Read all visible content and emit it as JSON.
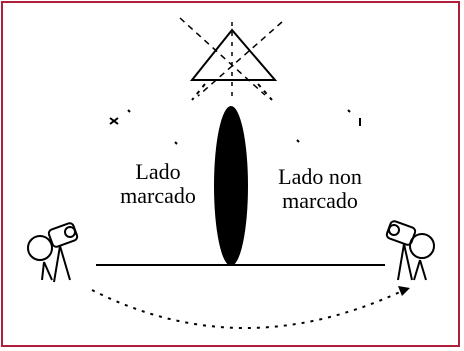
{
  "labels": {
    "marked_side_line1": "Lado",
    "marked_side_line2": "marcado",
    "unmarked_side_line1": "Lado non",
    "unmarked_side_line2": "marcado"
  },
  "colors": {
    "border": "#b01e3c",
    "ink": "#000000",
    "background": "#ffffff"
  },
  "icons": [
    "spotlight-icon",
    "camera-operator-left-icon",
    "camera-operator-right-icon",
    "ellipse-subject-icon"
  ]
}
